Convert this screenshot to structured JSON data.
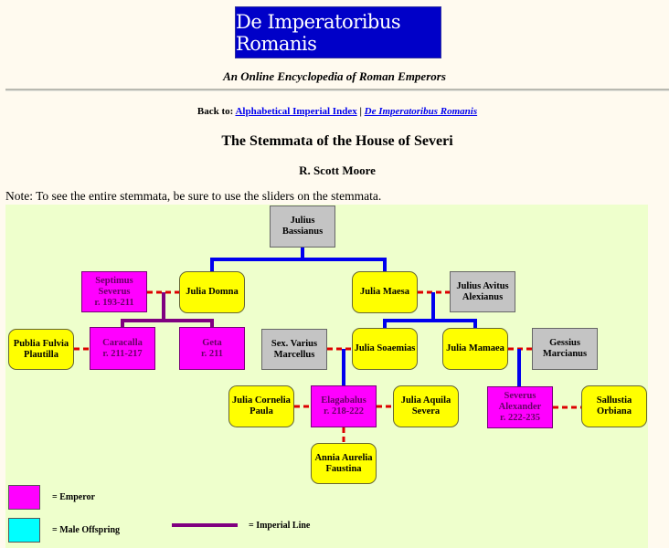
{
  "header": {
    "banner_title": "De Imperatoribus Romanis",
    "subtitle": "An Online Encyclopedia of Roman Emperors"
  },
  "nav": {
    "back_label": "Back to:",
    "link_index": "Alphabetical Imperial Index",
    "separator": "|",
    "link_home": "De Imperatoribus Romanis"
  },
  "page": {
    "title": "The Stemmata of the House of Severi",
    "author": "R. Scott Moore",
    "note": "Note: To see the entire stemmata, be sure to use the sliders on the stemmata."
  },
  "colors": {
    "emperor": "#ff00ff",
    "male_offspring": "#00ffff",
    "female": "#ffff00",
    "other": "#c4c4c4",
    "imperial_line": "#800080",
    "descent_line": "#0000ee",
    "marriage_line": "#dd0000",
    "panel_bg": "#eeffcc",
    "banner_bg": "#0000c8"
  },
  "stemma": {
    "nodes": {
      "julius_bassianus": {
        "line1": "Julius",
        "line2": "Bassianus",
        "line3": "",
        "type": "other"
      },
      "septimus_severus": {
        "line1": "Septimus",
        "line2": "Severus",
        "line3": "r. 193-211",
        "type": "emperor"
      },
      "julia_domna": {
        "line1": "Julia Domna",
        "line2": "",
        "line3": "",
        "type": "female"
      },
      "julia_maesa": {
        "line1": "Julia Maesa",
        "line2": "",
        "line3": "",
        "type": "female"
      },
      "julius_avitus": {
        "line1": "Julius Avitus",
        "line2": "Alexianus",
        "line3": "",
        "type": "other"
      },
      "plautilla": {
        "line1": "Publia Fulvia",
        "line2": "Plautilla",
        "line3": "",
        "type": "female"
      },
      "caracalla": {
        "line1": "Caracalla",
        "line2": "r. 211-217",
        "line3": "",
        "type": "emperor"
      },
      "geta": {
        "line1": "Geta",
        "line2": "r. 211",
        "line3": "",
        "type": "emperor"
      },
      "sex_varius": {
        "line1": "Sex. Varius",
        "line2": "Marcellus",
        "line3": "",
        "type": "other"
      },
      "julia_soaemias": {
        "line1": "Julia Soaemias",
        "line2": "",
        "line3": "",
        "type": "female"
      },
      "julia_mamaea": {
        "line1": "Julia Mamaea",
        "line2": "",
        "line3": "",
        "type": "female"
      },
      "gessius": {
        "line1": "Gessius",
        "line2": "Marcianus",
        "line3": "",
        "type": "other"
      },
      "cornelia_paula": {
        "line1": "Julia Cornelia",
        "line2": "Paula",
        "line3": "",
        "type": "female"
      },
      "elagabalus": {
        "line1": "Elagabalus",
        "line2": "r. 218-222",
        "line3": "",
        "type": "emperor"
      },
      "aquila_severa": {
        "line1": "Julia Aquila",
        "line2": "Severa",
        "line3": "",
        "type": "female"
      },
      "severus_alexander": {
        "line1": "Severus",
        "line2": "Alexander",
        "line3": "r. 222-235",
        "type": "emperor"
      },
      "orbiana": {
        "line1": "Sallustia",
        "line2": "Orbiana",
        "line3": "",
        "type": "female"
      },
      "annia_faustina": {
        "line1": "Annia Aurelia",
        "line2": "Faustina",
        "line3": "",
        "type": "female"
      }
    },
    "marriages": [
      [
        "septimus_severus",
        "julia_domna"
      ],
      [
        "julia_maesa",
        "julius_avitus"
      ],
      [
        "plautilla",
        "caracalla"
      ],
      [
        "sex_varius",
        "julia_soaemias"
      ],
      [
        "julia_mamaea",
        "gessius"
      ],
      [
        "cornelia_paula",
        "elagabalus"
      ],
      [
        "elagabalus",
        "aquila_severa"
      ],
      [
        "severus_alexander",
        "orbiana"
      ],
      [
        "elagabalus",
        "annia_faustina"
      ]
    ],
    "descent": [
      {
        "parent": "julius_bassianus",
        "children": [
          "julia_domna",
          "julia_maesa"
        ],
        "line": "descent"
      },
      {
        "parent": "septimus_severus+julia_domna",
        "children": [
          "caracalla",
          "geta"
        ],
        "line": "imperial"
      },
      {
        "parent": "julia_maesa+julius_avitus",
        "children": [
          "julia_soaemias",
          "julia_mamaea"
        ],
        "line": "descent"
      },
      {
        "parent": "sex_varius+julia_soaemias",
        "children": [
          "elagabalus"
        ],
        "line": "descent"
      },
      {
        "parent": "julia_mamaea+gessius",
        "children": [
          "severus_alexander"
        ],
        "line": "descent"
      }
    ]
  },
  "legend": {
    "emperor": "= Emperor",
    "male_offspring": "= Male Offspring",
    "imperial_line": "= Imperial Line"
  }
}
